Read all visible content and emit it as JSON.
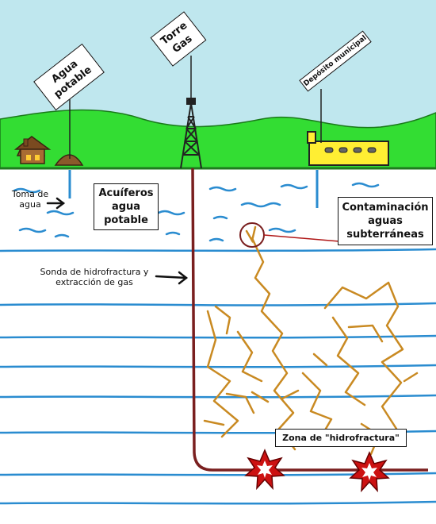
{
  "signs": {
    "agua_potable": "Agua potable",
    "torre_gas": "Torre Gas",
    "deposito": "Depósito municipal"
  },
  "labels": {
    "toma_agua": "Toma de agua",
    "acuiferos": "Acuíferos agua potable",
    "contaminacion": "Contaminación aguas subterráneas",
    "sonda": "Sonda de hidrofractura y extracción de gas",
    "zona": "Zona de \"hidrofractura\""
  },
  "colors": {
    "sky": "#bfe7ee",
    "grass": "#33dd33",
    "water_line": "#2a8cd0",
    "well": "#7a1f1f",
    "fracture": "#c98a22",
    "star": "#cc1111",
    "tank": "#ffee33"
  }
}
